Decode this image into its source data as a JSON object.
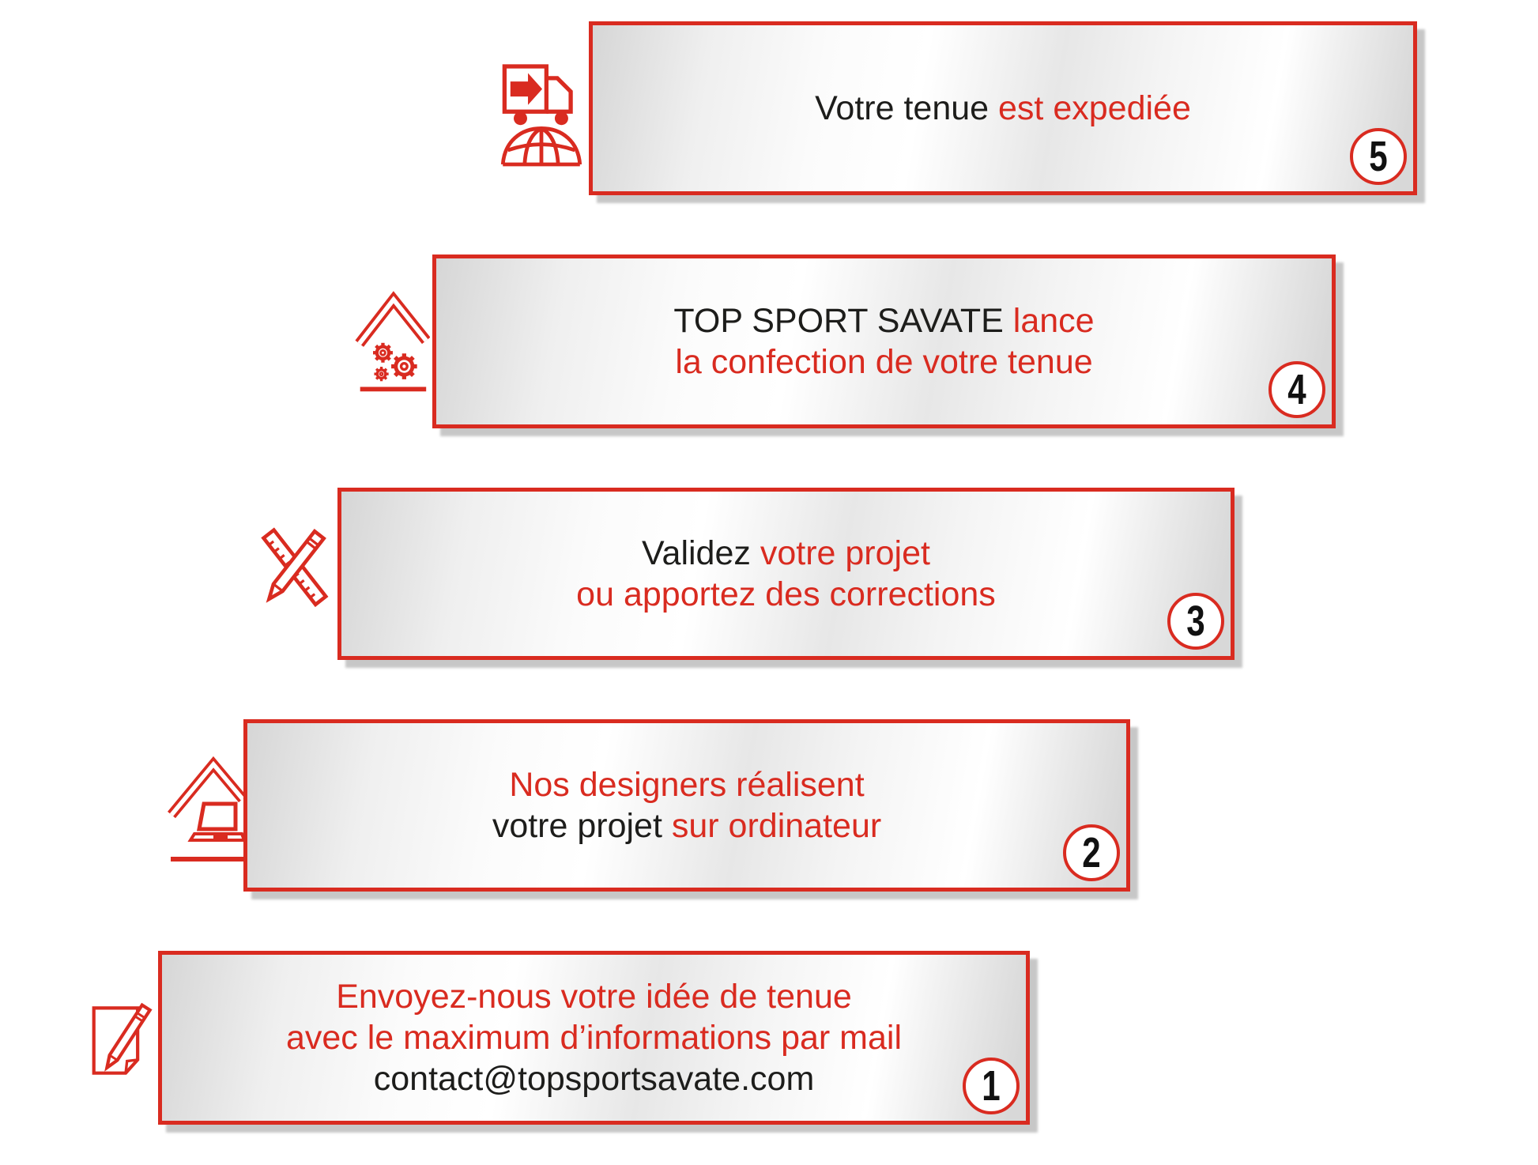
{
  "palette": {
    "red": "#d92b20",
    "ink": "#1d1d1b"
  },
  "steps": [
    {
      "number": "1",
      "icon": "note-pencil-icon",
      "lines": [
        {
          "segments": [
            {
              "text": "Envoyez-nous votre idée de tenue",
              "color": "red"
            }
          ]
        },
        {
          "segments": [
            {
              "text": "avec le maximum d’informations par mail",
              "color": "red"
            }
          ]
        },
        {
          "segments": [
            {
              "text": "contact@topsportsavate.com",
              "color": "black"
            }
          ]
        }
      ]
    },
    {
      "number": "2",
      "icon": "workshop-laptop-icon",
      "lines": [
        {
          "segments": [
            {
              "text": "Nos designers réalisent",
              "color": "red"
            }
          ]
        },
        {
          "segments": [
            {
              "text": "votre projet ",
              "color": "black"
            },
            {
              "text": "sur ordinateur",
              "color": "red"
            }
          ]
        }
      ]
    },
    {
      "number": "3",
      "icon": "ruler-pencil-icon",
      "lines": [
        {
          "segments": [
            {
              "text": "Validez ",
              "color": "black"
            },
            {
              "text": "votre projet",
              "color": "red"
            }
          ]
        },
        {
          "segments": [
            {
              "text": "ou apportez des corrections",
              "color": "red"
            }
          ]
        }
      ]
    },
    {
      "number": "4",
      "icon": "workshop-gears-icon",
      "lines": [
        {
          "segments": [
            {
              "text": "TOP SPORT SAVATE ",
              "color": "black"
            },
            {
              "text": "lance",
              "color": "red"
            }
          ]
        },
        {
          "segments": [
            {
              "text": "la confection de votre tenue",
              "color": "red"
            }
          ]
        }
      ]
    },
    {
      "number": "5",
      "icon": "delivery-truck-globe-icon",
      "lines": [
        {
          "segments": [
            {
              "text": "Votre tenue ",
              "color": "black"
            },
            {
              "text": "est expediée",
              "color": "red"
            }
          ]
        }
      ]
    }
  ]
}
